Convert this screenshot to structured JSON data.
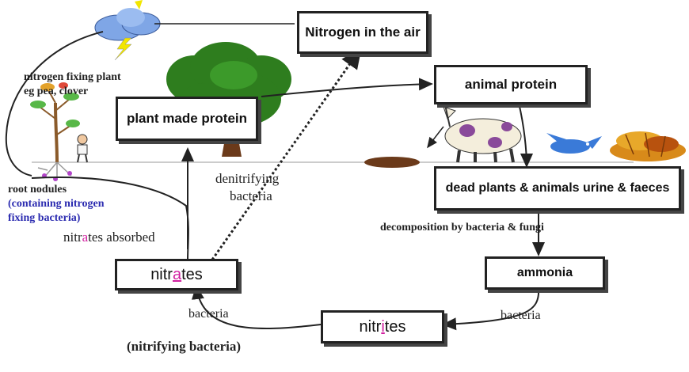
{
  "boxes": {
    "nitrogen_air": "Nitrogen in the air",
    "animal_protein": "animal protein",
    "plant_protein": "plant made protein",
    "dead": "dead plants & animals urine & faeces",
    "ammonia": "ammonia",
    "nitrates": {
      "pre": "nitr",
      "hl": "a",
      "post": "tes"
    },
    "nitrites": {
      "pre": "nitr",
      "hl": "i",
      "post": "tes"
    }
  },
  "labels": {
    "fixing_plant_1": "nitrogen fixing plant",
    "fixing_plant_2": "eg pea, clover",
    "root_nodules": "root nodules",
    "containing_1": "(containing nitrogen",
    "containing_2": "fixing bacteria)",
    "denitrifying_1": "denitrifying",
    "denitrifying_2": "bacteria",
    "absorbed": {
      "pre": "nitr",
      "hl": "a",
      "post": "tes absorbed"
    },
    "decomposition": "decomposition by bacteria & fungi",
    "bacteria_left": "bacteria",
    "bacteria_right": "bacteria",
    "nitrifying": "(nitrifying bacteria)"
  },
  "colors": {
    "highlight": "#d11fa0",
    "nodule_text": "#2b2bb0",
    "tree": "#2e7d1e",
    "trunk": "#6b3a1a",
    "cloud": "#7fa6e6"
  },
  "icons": [
    "lightning-cloud-icon",
    "tree-icon",
    "pea-plant-icon",
    "person-icon",
    "cow-icon",
    "bird-icon",
    "dead-leaves-icon",
    "soil-icon"
  ]
}
